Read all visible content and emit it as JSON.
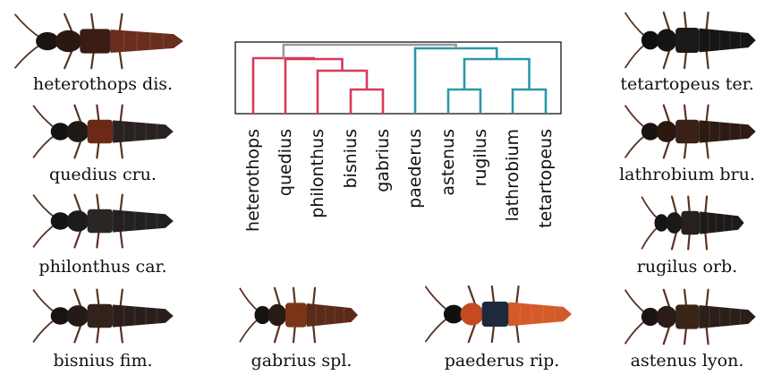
{
  "specimens": [
    {
      "label": "heterothops dis.",
      "genus": "heterothops",
      "colors": {
        "head": "#1a1412",
        "pronotum": "#2a1812",
        "elytra": "#3a1c14",
        "abdomen": "#6a2e1e"
      }
    },
    {
      "label": "quedius cru.",
      "genus": "quedius",
      "colors": {
        "head": "#121212",
        "pronotum": "#1e1a18",
        "elytra": "#6a2a16",
        "abdomen": "#2a2220"
      }
    },
    {
      "label": "philonthus car.",
      "genus": "philonthus",
      "colors": {
        "head": "#141414",
        "pronotum": "#1c1c1c",
        "elytra": "#2a2624",
        "abdomen": "#222020"
      }
    },
    {
      "label": "bisnius fim.",
      "genus": "bisnius",
      "colors": {
        "head": "#181412",
        "pronotum": "#241a16",
        "elytra": "#33221c",
        "abdomen": "#2a1e1a"
      }
    },
    {
      "label": "gabrius spl.",
      "genus": "gabrius",
      "colors": {
        "head": "#161210",
        "pronotum": "#2a1a14",
        "elytra": "#7a3418",
        "abdomen": "#5c2a18"
      }
    },
    {
      "label": "paederus rip.",
      "genus": "paederus",
      "colors": {
        "head": "#101010",
        "pronotum": "#c44a22",
        "elytra": "#1e2a3c",
        "abdomen": "#d45a28"
      }
    },
    {
      "label": "tetartopeus ter.",
      "genus": "tetartopeus",
      "colors": {
        "head": "#0e0e0e",
        "pronotum": "#141414",
        "elytra": "#1a1a1a",
        "abdomen": "#161616"
      }
    },
    {
      "label": "lathrobium bru.",
      "genus": "lathrobium",
      "colors": {
        "head": "#1a1210",
        "pronotum": "#2a1810",
        "elytra": "#3a2016",
        "abdomen": "#2e1c14"
      }
    },
    {
      "label": "rugilus orb.",
      "genus": "rugilus",
      "colors": {
        "head": "#141414",
        "pronotum": "#1c1818",
        "elytra": "#262020",
        "abdomen": "#1e1a1a"
      }
    },
    {
      "label": "astenus lyon.",
      "genus": "astenus",
      "colors": {
        "head": "#1a1412",
        "pronotum": "#2a1c16",
        "elytra": "#3a2418",
        "abdomen": "#2c1e18"
      }
    }
  ],
  "dendrogram": {
    "leaves": [
      "heterothops",
      "quedius",
      "philonthus",
      "bisnius",
      "gabrius",
      "paederus",
      "astenus",
      "rugilus",
      "lathrobium",
      "tetartopeus"
    ],
    "colors": {
      "cluster_a": "#d63a5a",
      "cluster_b": "#2a98a8",
      "root": "#999999",
      "frame": "#000000"
    }
  }
}
